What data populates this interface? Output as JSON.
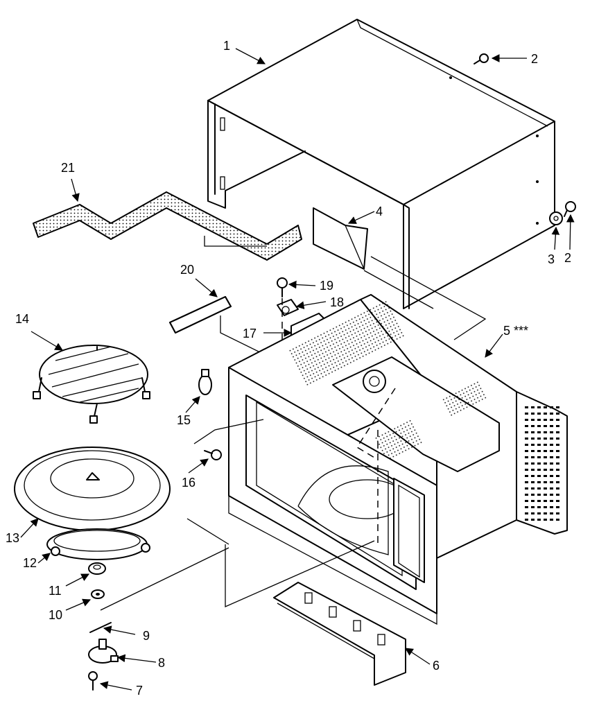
{
  "callouts": [
    {
      "id": "1",
      "text": "1"
    },
    {
      "id": "2a",
      "text": "2"
    },
    {
      "id": "2b",
      "text": "2"
    },
    {
      "id": "3",
      "text": "3"
    },
    {
      "id": "4",
      "text": "4"
    },
    {
      "id": "5",
      "text": "5 ***"
    },
    {
      "id": "6",
      "text": "6"
    },
    {
      "id": "7",
      "text": "7"
    },
    {
      "id": "8",
      "text": "8"
    },
    {
      "id": "9",
      "text": "9"
    },
    {
      "id": "10",
      "text": "10"
    },
    {
      "id": "11",
      "text": "11"
    },
    {
      "id": "12",
      "text": "12"
    },
    {
      "id": "13",
      "text": "13"
    },
    {
      "id": "14",
      "text": "14"
    },
    {
      "id": "15",
      "text": "15"
    },
    {
      "id": "16",
      "text": "16"
    },
    {
      "id": "17",
      "text": "17"
    },
    {
      "id": "18",
      "text": "18"
    },
    {
      "id": "19",
      "text": "19"
    },
    {
      "id": "20",
      "text": "20"
    },
    {
      "id": "21",
      "text": "21"
    }
  ]
}
